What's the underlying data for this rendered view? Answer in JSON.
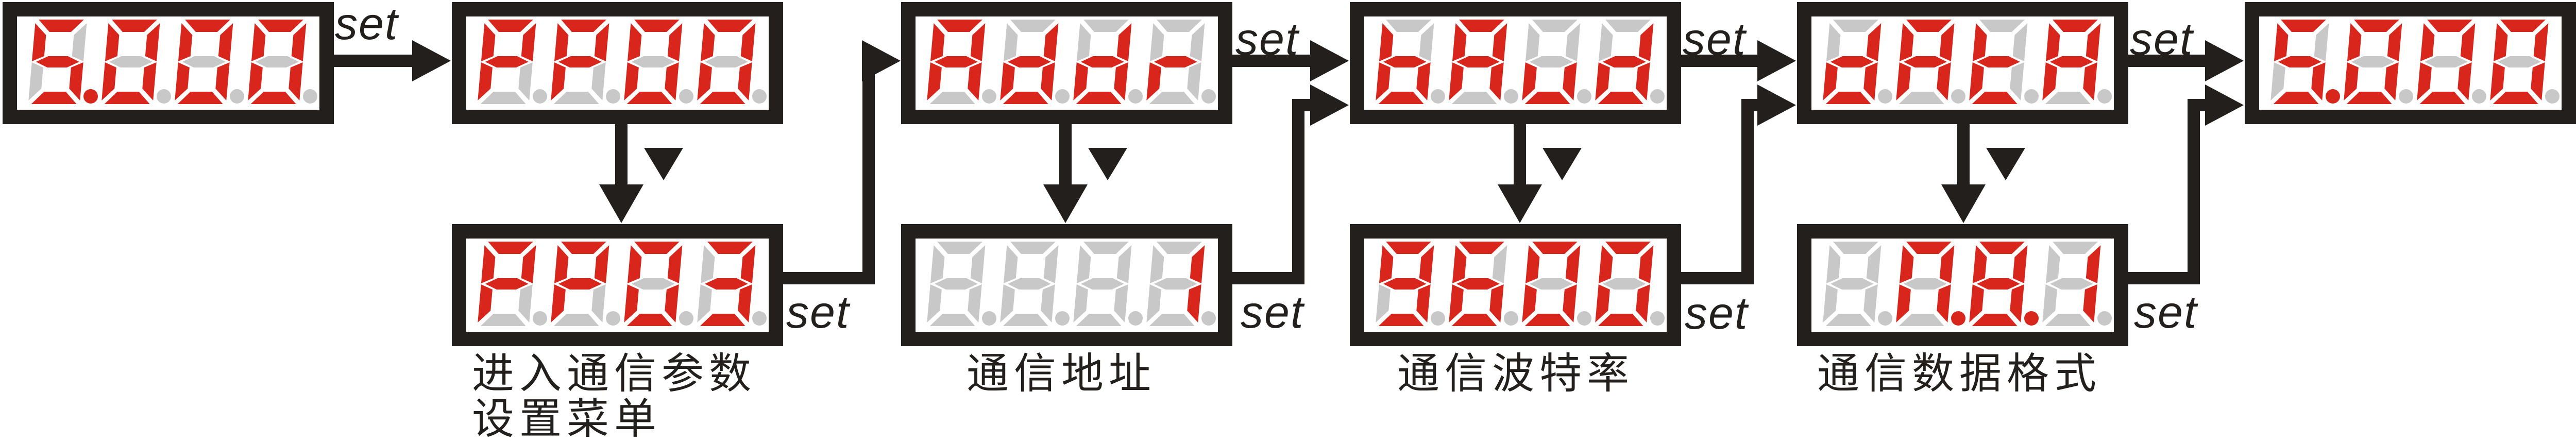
{
  "diagram": {
    "set_key_label": "set",
    "down_key_symbol": "▼",
    "colors": {
      "segment_on": "#d8261c",
      "segment_off": "#c8c8c8",
      "line_black": "#231f1c",
      "display_frame": "#231f1c",
      "panel_background": "#ffffff"
    },
    "displays": [
      {
        "name": "initial-value-display",
        "value": "5.000",
        "digits": [
          {
            "glyph": "5",
            "segments": "acdfg",
            "dp": true
          },
          {
            "glyph": "0",
            "segments": "abcdef",
            "dp": false
          },
          {
            "glyph": "0",
            "segments": "abcdef",
            "dp": false
          },
          {
            "glyph": "0",
            "segments": "abcdef",
            "dp": false
          }
        ]
      },
      {
        "name": "param-menu-display",
        "value": "PP00",
        "digits": [
          {
            "glyph": "P",
            "segments": "abefg",
            "dp": false
          },
          {
            "glyph": "P",
            "segments": "abefg",
            "dp": false
          },
          {
            "glyph": "0",
            "segments": "abcdef",
            "dp": false
          },
          {
            "glyph": "0",
            "segments": "abcdef",
            "dp": false
          }
        ]
      },
      {
        "name": "param-group-display",
        "value": "PP03",
        "caption": [
          "进入通信参数",
          "设置菜单"
        ],
        "digits": [
          {
            "glyph": "P",
            "segments": "abefg",
            "dp": false
          },
          {
            "glyph": "P",
            "segments": "abefg",
            "dp": false
          },
          {
            "glyph": "0",
            "segments": "abcdef",
            "dp": false
          },
          {
            "glyph": "3",
            "segments": "abcdg",
            "dp": false
          }
        ]
      },
      {
        "name": "addr-menu-display",
        "value": "Addr",
        "digits": [
          {
            "glyph": "A",
            "segments": "abcefg",
            "dp": false
          },
          {
            "glyph": "d",
            "segments": "bcdeg",
            "dp": false
          },
          {
            "glyph": "d",
            "segments": "bcdeg",
            "dp": false
          },
          {
            "glyph": "r",
            "segments": "eg",
            "dp": false
          }
        ]
      },
      {
        "name": "addr-value-display",
        "value": "1",
        "caption": [
          "通信地址"
        ],
        "digits": [
          {
            "glyph": "",
            "segments": "",
            "dp": false
          },
          {
            "glyph": "",
            "segments": "",
            "dp": false
          },
          {
            "glyph": "",
            "segments": "",
            "dp": false
          },
          {
            "glyph": "1",
            "segments": "bc",
            "dp": false
          }
        ]
      },
      {
        "name": "baud-menu-display",
        "value": "bAud",
        "digits": [
          {
            "glyph": "b",
            "segments": "cdefg",
            "dp": false
          },
          {
            "glyph": "A",
            "segments": "abcefg",
            "dp": false
          },
          {
            "glyph": "u",
            "segments": "cde",
            "dp": false
          },
          {
            "glyph": "d",
            "segments": "bcdeg",
            "dp": false
          }
        ]
      },
      {
        "name": "baud-value-display",
        "value": "9600",
        "caption": [
          "通信波特率"
        ],
        "digits": [
          {
            "glyph": "9",
            "segments": "abcdfg",
            "dp": false
          },
          {
            "glyph": "6",
            "segments": "acdefg",
            "dp": false
          },
          {
            "glyph": "0",
            "segments": "abcdef",
            "dp": false
          },
          {
            "glyph": "0",
            "segments": "abcdef",
            "dp": false
          }
        ]
      },
      {
        "name": "data-format-menu-display",
        "value": "dAtA",
        "digits": [
          {
            "glyph": "d",
            "segments": "bcdeg",
            "dp": false
          },
          {
            "glyph": "A",
            "segments": "abcefg",
            "dp": false
          },
          {
            "glyph": "t",
            "segments": "defg",
            "dp": false
          },
          {
            "glyph": "A",
            "segments": "abcefg",
            "dp": false
          }
        ]
      },
      {
        "name": "data-format-value-display",
        "value": "n.8.1",
        "caption": [
          "通信数据格式"
        ],
        "digits": [
          {
            "glyph": "",
            "segments": "",
            "dp": false
          },
          {
            "glyph": "n",
            "segments": "abcef",
            "dp": true
          },
          {
            "glyph": "8",
            "segments": "abcdefg",
            "dp": true
          },
          {
            "glyph": "1",
            "segments": "bc",
            "dp": false
          }
        ]
      },
      {
        "name": "final-value-display",
        "value": "5.000",
        "digits": [
          {
            "glyph": "5",
            "segments": "acdfg",
            "dp": true
          },
          {
            "glyph": "0",
            "segments": "abcdef",
            "dp": false
          },
          {
            "glyph": "0",
            "segments": "abcdef",
            "dp": false
          },
          {
            "glyph": "0",
            "segments": "abcdef",
            "dp": false
          }
        ]
      }
    ],
    "flow": [
      {
        "from": "initial-value-display",
        "to": "param-menu-display",
        "key": "set"
      },
      {
        "from": "param-menu-display",
        "to": "param-group-display",
        "key": "down"
      },
      {
        "from": "param-group-display",
        "to": "addr-menu-display",
        "key": "set"
      },
      {
        "from": "addr-menu-display",
        "to": "addr-value-display",
        "key": "down"
      },
      {
        "from": "addr-value-display",
        "to": "baud-menu-display",
        "key": "set"
      },
      {
        "from": "addr-menu-display",
        "to": "baud-menu-display",
        "key": "set"
      },
      {
        "from": "baud-menu-display",
        "to": "baud-value-display",
        "key": "down"
      },
      {
        "from": "baud-value-display",
        "to": "data-format-menu-display",
        "key": "set"
      },
      {
        "from": "baud-menu-display",
        "to": "data-format-menu-display",
        "key": "set"
      },
      {
        "from": "data-format-menu-display",
        "to": "data-format-value-display",
        "key": "down"
      },
      {
        "from": "data-format-value-display",
        "to": "final-value-display",
        "key": "set"
      },
      {
        "from": "data-format-menu-display",
        "to": "final-value-display",
        "key": "set"
      }
    ]
  }
}
